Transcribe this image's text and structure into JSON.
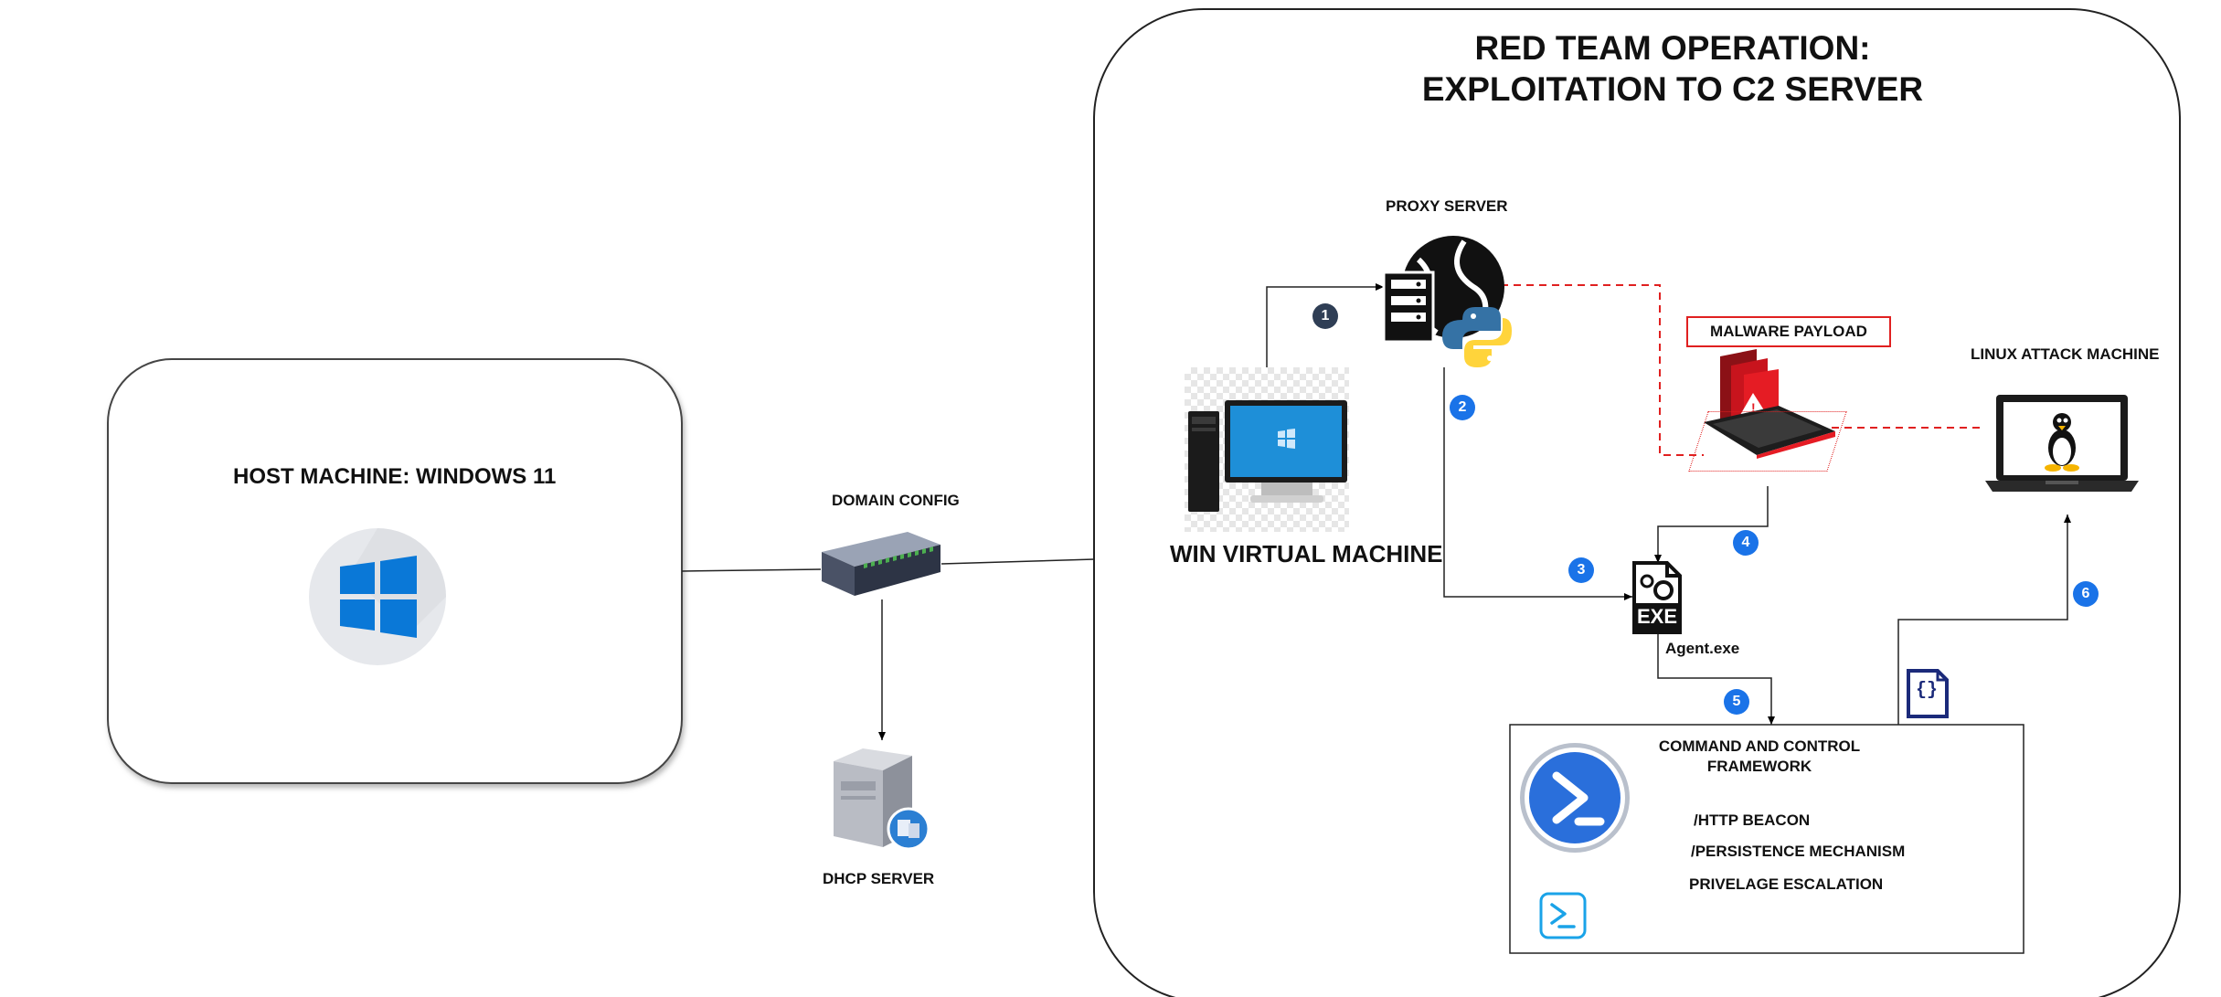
{
  "title": {
    "line1": "RED TEAM OPERATION:",
    "line2": "EXPLOITATION TO C2 SERVER"
  },
  "host": {
    "label": "HOST MACHINE: WINDOWS 11"
  },
  "domain_config": {
    "label": "DOMAIN CONFIG"
  },
  "dhcp": {
    "label": "DHCP SERVER"
  },
  "proxy": {
    "label": "PROXY SERVER"
  },
  "win_vm": {
    "label": "WIN VIRTUAL MACHINE"
  },
  "malware": {
    "label": "MALWARE PAYLOAD"
  },
  "linux": {
    "label": "LINUX ATTACK MACHINE"
  },
  "agent": {
    "label": "Agent.exe",
    "icon_text": "EXE"
  },
  "c2": {
    "title_line1": "COMMAND AND CONTROL",
    "title_line2": "FRAMEWORK",
    "items": [
      "/HTTP BEACON",
      "/PERSISTENCE MECHANISM",
      "PRIVELAGE ESCALATION"
    ]
  },
  "steps": [
    "1",
    "2",
    "3",
    "4",
    "5",
    "6"
  ],
  "json_icon_text": "{}",
  "colors": {
    "step_dark": "#2f3e55",
    "step_blue": "#1a73e8",
    "red_dashed": "#e02020",
    "windows_blue": "#0a78d7",
    "ps_blue": "#2a6fdb"
  }
}
